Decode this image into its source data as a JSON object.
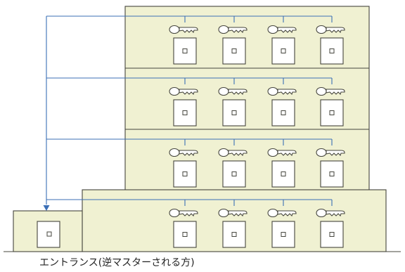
{
  "caption": "エントランス(逆マスターされる方)",
  "floors": [
    {
      "units": 4
    },
    {
      "units": 4
    },
    {
      "units": 4
    },
    {
      "units": 4
    }
  ],
  "colors": {
    "wall": "#f0f1d2",
    "outline": "#45453d",
    "master_key_line": "#3b6fb6",
    "background": "#ffffff"
  },
  "icons": [
    "key-icon",
    "door-icon",
    "arrow-down-icon"
  ]
}
